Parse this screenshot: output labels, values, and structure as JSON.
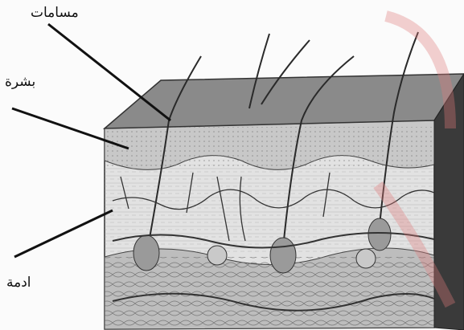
{
  "labels": {
    "pores": "مسامات",
    "epidermis": "بشرة",
    "dermis": "ادمة"
  },
  "colors": {
    "top_surface": "#8a8a8a",
    "epidermis_band": "#c8c8c8",
    "dermis": "#e2e2e2",
    "fat_layer": "#b9b9b9",
    "side_face": "#3a3a3a",
    "line": "#2a2a2a",
    "watermark": "#e07a7a"
  }
}
